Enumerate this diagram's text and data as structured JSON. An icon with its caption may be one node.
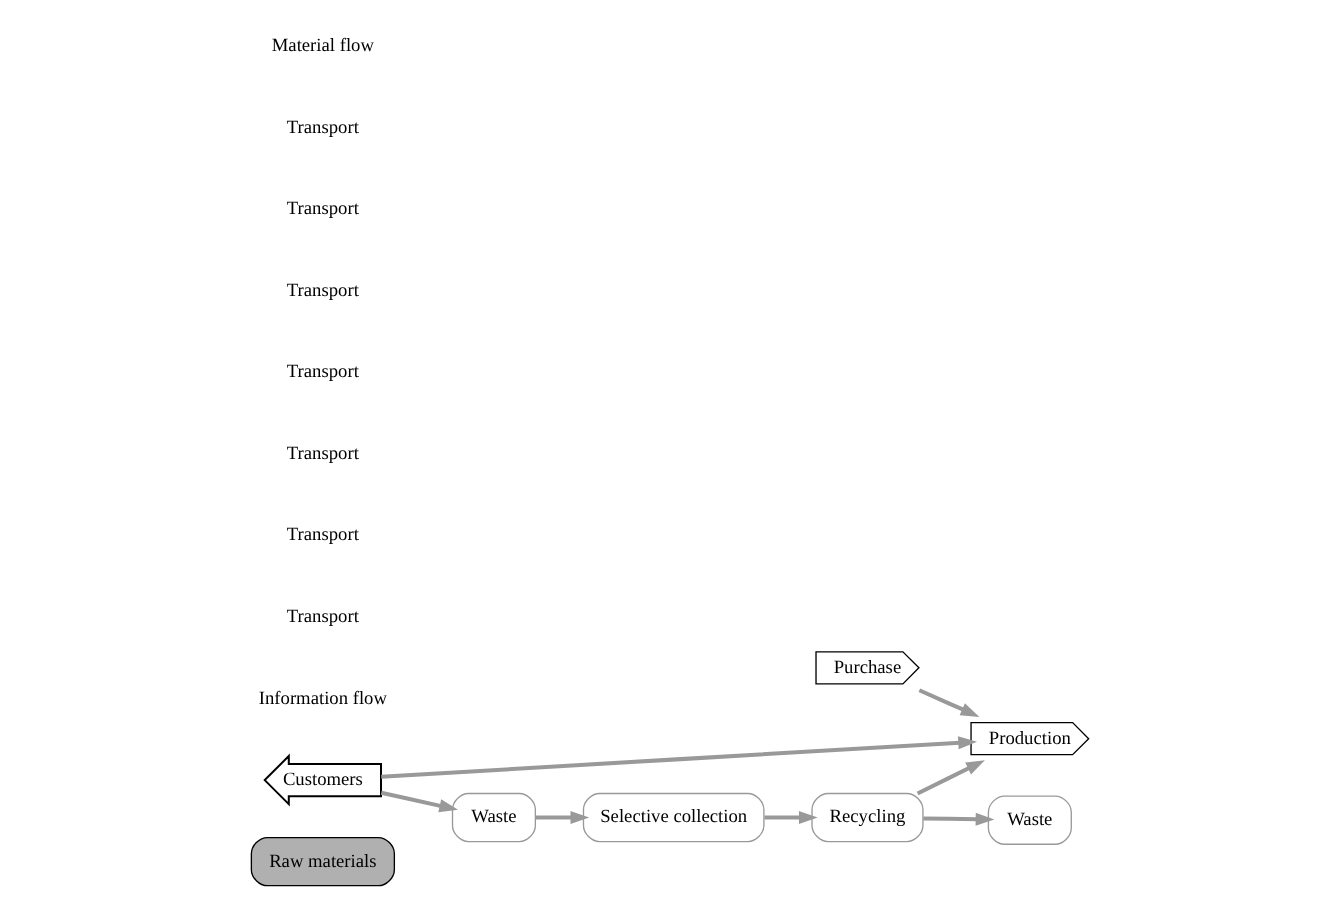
{
  "diagram": {
    "nodes": [
      {
        "text": [
          "Raw materials"
        ]
      },
      {
        "text": [
          "Purchase"
        ]
      },
      {
        "text": [
          "Production"
        ]
      },
      {
        "text": [
          "Customers"
        ]
      },
      {
        "text": [
          "Waste"
        ]
      },
      {
        "text": [
          "Selective collection"
        ]
      },
      {
        "text": [
          "Recycling"
        ]
      },
      {
        "text": [
          "Waste"
        ]
      }
    ],
    "edges": [
      {
        "from": 1,
        "to": 2,
        "arrow": "to"
      },
      {
        "from": 3,
        "to": 2,
        "arrow": "to"
      },
      {
        "from": 3,
        "to": 4,
        "arrow": "to"
      },
      {
        "from": 4,
        "to": 5,
        "arrow": "to"
      },
      {
        "from": 5,
        "to": 6,
        "arrow": "to"
      },
      {
        "from": 6,
        "to": 2,
        "arrow": "to"
      },
      {
        "from": 6,
        "to": 7,
        "arrow": "to"
      }
    ],
    "labels": [
      "Information flow",
      "Transport",
      "Transport",
      "Transport",
      "Transport",
      "Transport",
      "Transport",
      "Transport",
      "Material flow"
    ]
  }
}
